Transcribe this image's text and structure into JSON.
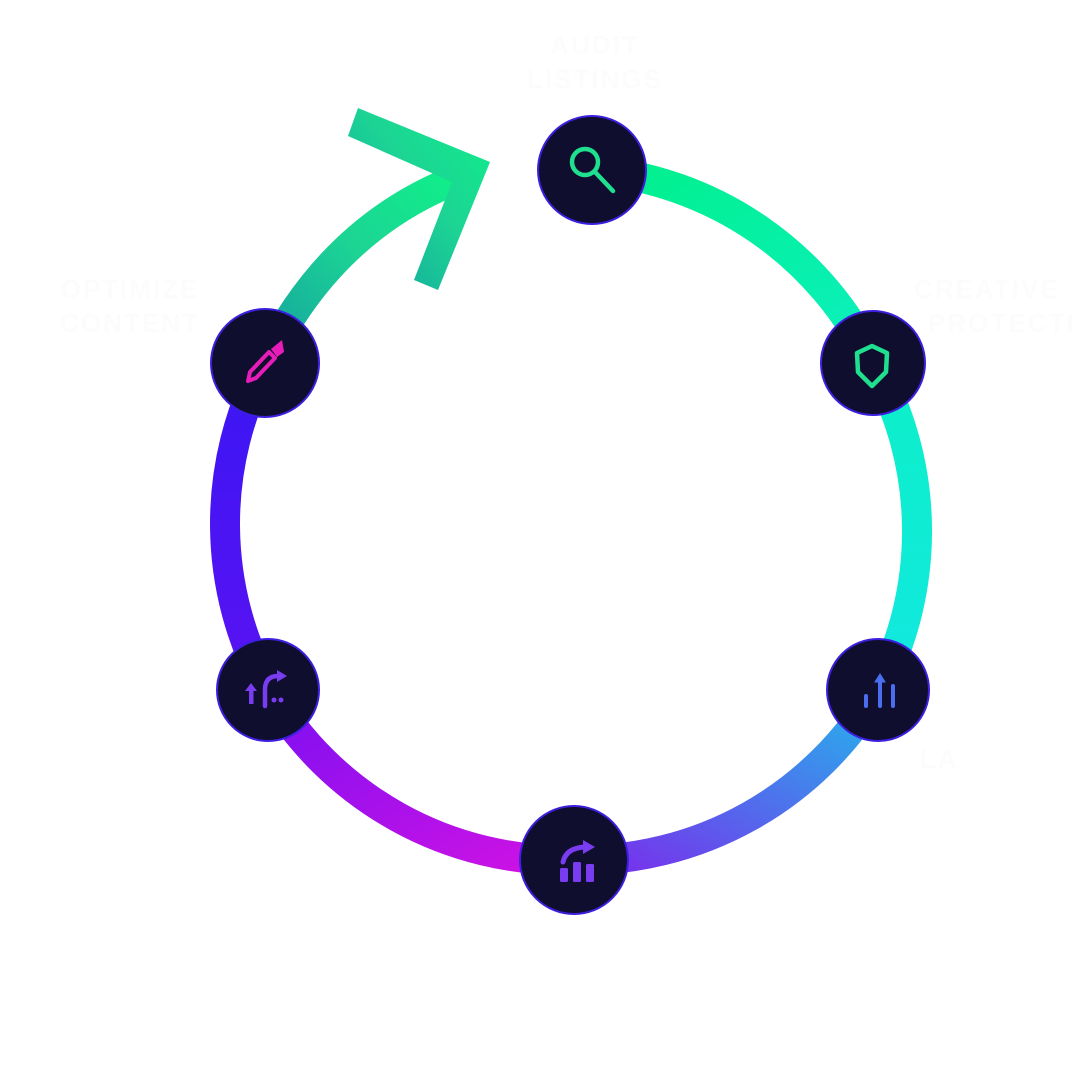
{
  "diagram": {
    "title": "Cycle diagram",
    "colors": {
      "node_fill": "#0f0e2e",
      "node_border": "#3d1fe0",
      "arc_green": "#00f08a",
      "arc_teal": "#0ff0d8",
      "arc_blue": "#2aa4ea",
      "arc_violet": "#6a3aee",
      "arc_magenta": "#c012e6",
      "arc_purple": "#7a10f0",
      "arc_indigo": "#3b14f2",
      "arrow_green": "#1fe08e",
      "arrow_tail": "#1aa89c",
      "icon_green": "#1fe08e",
      "icon_pink": "#e81cb8",
      "icon_blue": "#4b6ef0",
      "icon_purple": "#7a3cf0",
      "label_text": "#fcfcfc"
    },
    "steps": [
      {
        "id": "audit",
        "icon": "search-icon",
        "label_line1": "AUDIT",
        "label_line2": "LISTINGS"
      },
      {
        "id": "protect",
        "icon": "shield-icon",
        "label_line1": "CREATIVE",
        "label_line2": "PROTECTION"
      },
      {
        "id": "launch",
        "icon": "bar-chart-up-icon",
        "label_line1": "LA",
        "label_line2": ""
      },
      {
        "id": "grow",
        "icon": "growth-chart-icon",
        "label_line1": "",
        "label_line2": ""
      },
      {
        "id": "route",
        "icon": "route-arrows-icon",
        "label_line1": "",
        "label_line2": ""
      },
      {
        "id": "optimize",
        "icon": "pencil-icon",
        "label_line1": "OPTIMIZE",
        "label_line2": "CONTENT"
      }
    ]
  }
}
